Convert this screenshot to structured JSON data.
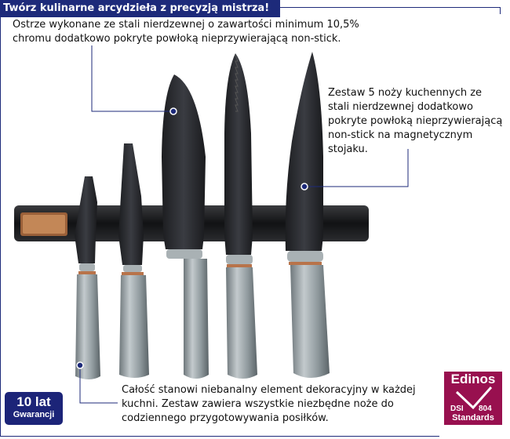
{
  "header": {
    "title": "Twórz kulinarne arcydzieła z precyzją mistrza!"
  },
  "callouts": {
    "top": "Ostrze wykonane ze stali nierdzewnej o zawartości minimum 10,5% chromu dodatkowo pokryte powłoką nieprzywierającą non-stick.",
    "right": "Zestaw 5 noży kuchennych ze stali nierdzewnej dodatkowo pokryte powłoką nieprzywierającą non-stick na magnetycznym stojaku.",
    "bottom": "Całość stanowi niebanalny element dekoracyjny w każdej kuchni. Zestaw zawiera wszystkie niezbędne noże do codziennego przygotowywania posiłków."
  },
  "badges": {
    "warranty_years": "10 lat",
    "warranty_label": "Gwarancji",
    "edinos_brand": "Edinos",
    "edinos_dsi": "DSI",
    "edinos_number": "804",
    "edinos_standards": "Standards"
  },
  "colors": {
    "accent": "#1d2a7a",
    "blade": "#2a2c30",
    "handle": "#9aa3a6",
    "copper": "#b8734a",
    "edinos": "#98104f"
  }
}
